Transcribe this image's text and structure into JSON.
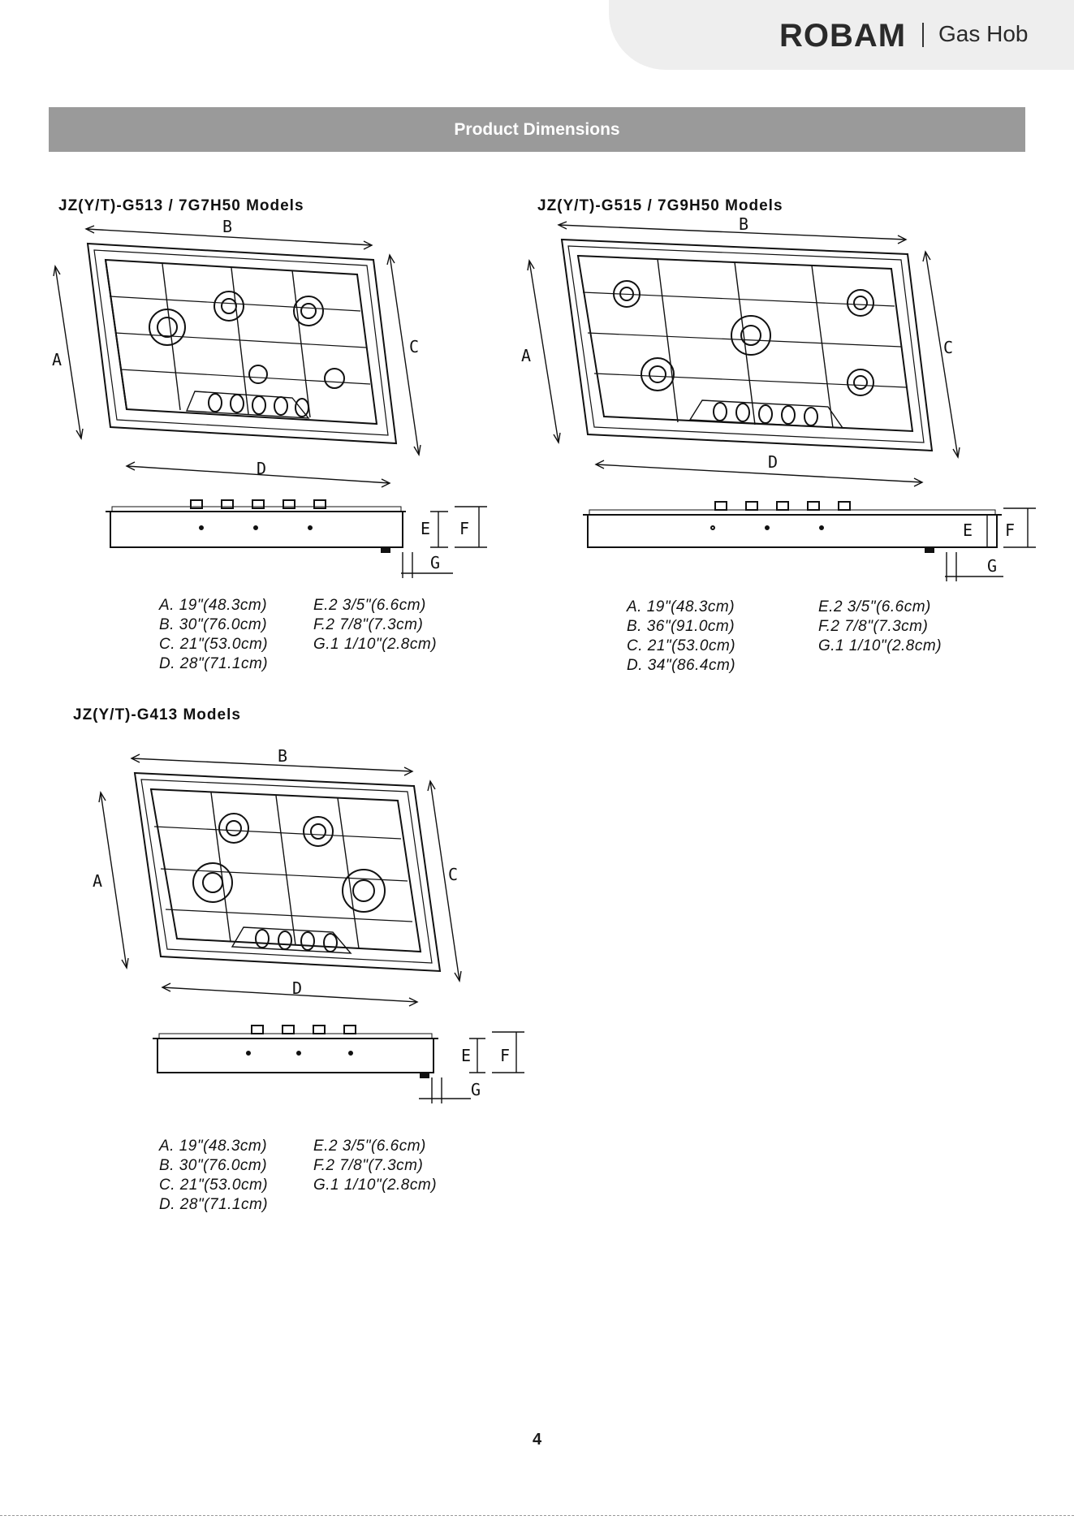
{
  "header": {
    "brand": "ROBAM",
    "product_type": "Gas Hob"
  },
  "section_title": "Product Dimensions",
  "models": [
    {
      "title": "JZ(Y/T)-G513 / 7G7H50 Models",
      "specs_left": [
        "A. 19\"(48.3cm)",
        "B. 30\"(76.0cm)",
        "C. 21\"(53.0cm)",
        "D. 28\"(71.1cm)"
      ],
      "specs_right": [
        "E.2 3/5\"(6.6cm)",
        "F.2 7/8\"(7.3cm)",
        "G.1 1/10\"(2.8cm)"
      ]
    },
    {
      "title": "JZ(Y/T)-G515 / 7G9H50 Models",
      "specs_left": [
        "A. 19\"(48.3cm)",
        "B. 36\"(91.0cm)",
        "C. 21\"(53.0cm)",
        "D. 34\"(86.4cm)"
      ],
      "specs_right": [
        "E.2 3/5\"(6.6cm)",
        "F.2 7/8\"(7.3cm)",
        "G.1 1/10\"(2.8cm)"
      ]
    },
    {
      "title": "JZ(Y/T)-G413 Models",
      "specs_left": [
        "A. 19\"(48.3cm)",
        "B. 30\"(76.0cm)",
        "C. 21\"(53.0cm)",
        "D. 28\"(71.1cm)"
      ],
      "specs_right": [
        "E.2 3/5\"(6.6cm)",
        "F.2 7/8\"(7.3cm)",
        "G.1 1/10\"(2.8cm)"
      ]
    }
  ],
  "dimension_letters": {
    "a": "A",
    "b": "B",
    "c": "C",
    "d": "D",
    "e": "E",
    "f": "F",
    "g": "G"
  },
  "page_number": "4"
}
